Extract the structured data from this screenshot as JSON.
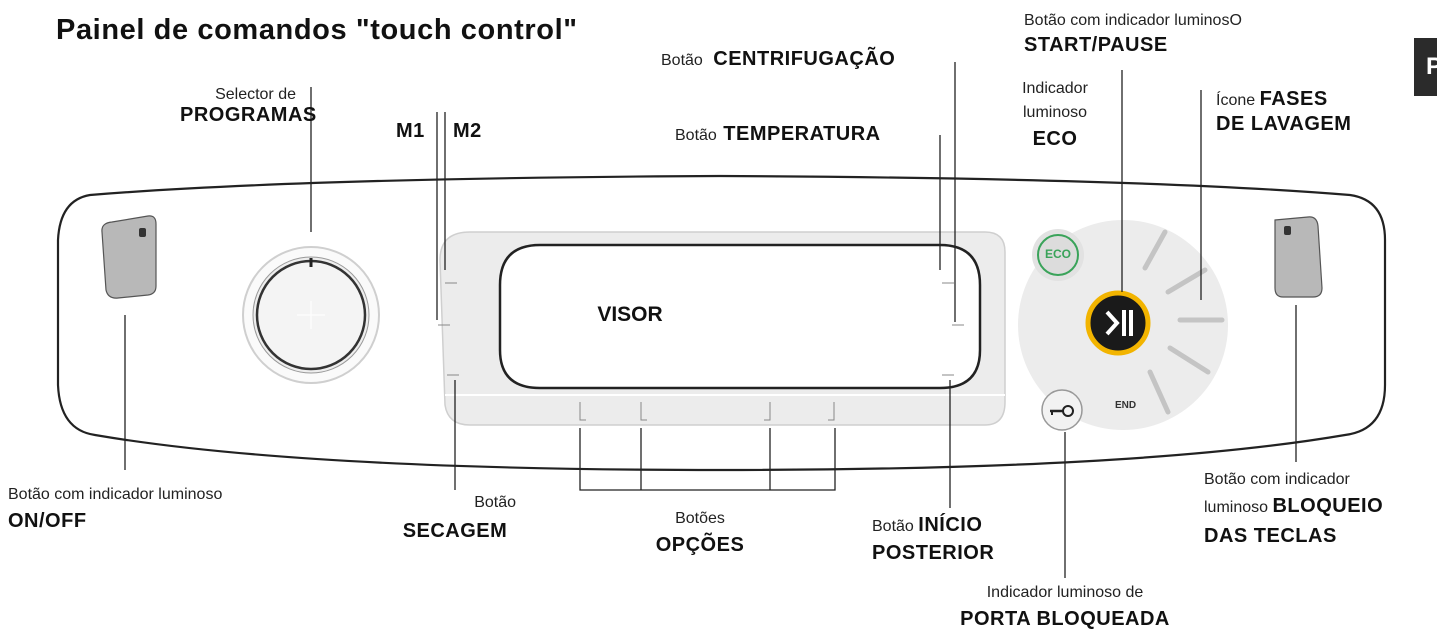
{
  "title": "Painel de comandos \"touch control\"",
  "side_tab": "P",
  "display_label": "VISOR",
  "eco_button_text": "ECO",
  "end_text": "END",
  "labels": {
    "program_selector": {
      "line1": "Selector de",
      "line2": "PROGRAMAS"
    },
    "memory": {
      "m1": "M1",
      "m2": "M2"
    },
    "spin": {
      "line1": "Botão",
      "line2": "CENTRIFUGAÇÃO"
    },
    "temperature": {
      "line1": "Botão",
      "line2": "TEMPERATURA"
    },
    "start_pause": {
      "line1": "Botão com indicador luminosO",
      "line2": "START/PAUSE"
    },
    "eco": {
      "line1": "Indicador",
      "line2": "luminoso",
      "line3": "ECO"
    },
    "wash_phases": {
      "line1": "Ícone",
      "line1b": "FASES",
      "line2": "DE LAVAGEM"
    },
    "on_off": {
      "line1": "Botão com indicador luminoso",
      "line2": "ON/OFF"
    },
    "drying": {
      "line1": "Botão",
      "line2": "SECAGEM"
    },
    "options": {
      "line1": "Botões",
      "line2": "OPÇÕES"
    },
    "delay_start": {
      "line1": "Botão",
      "line1b": "INÍCIO",
      "line2": "POSTERIOR"
    },
    "door_lock": {
      "line1": "Indicador luminoso de",
      "line2": "PORTA  BLOQUEADA"
    },
    "key_lock": {
      "line1": "Botão com indicador",
      "line2a": "luminoso",
      "line2b": "BLOQUEIO",
      "line3": "DAS  TECLAS"
    }
  },
  "colors": {
    "start_ring": "#f2b400",
    "start_button": "#1a1a1a",
    "eco_green": "#3aa35a"
  }
}
